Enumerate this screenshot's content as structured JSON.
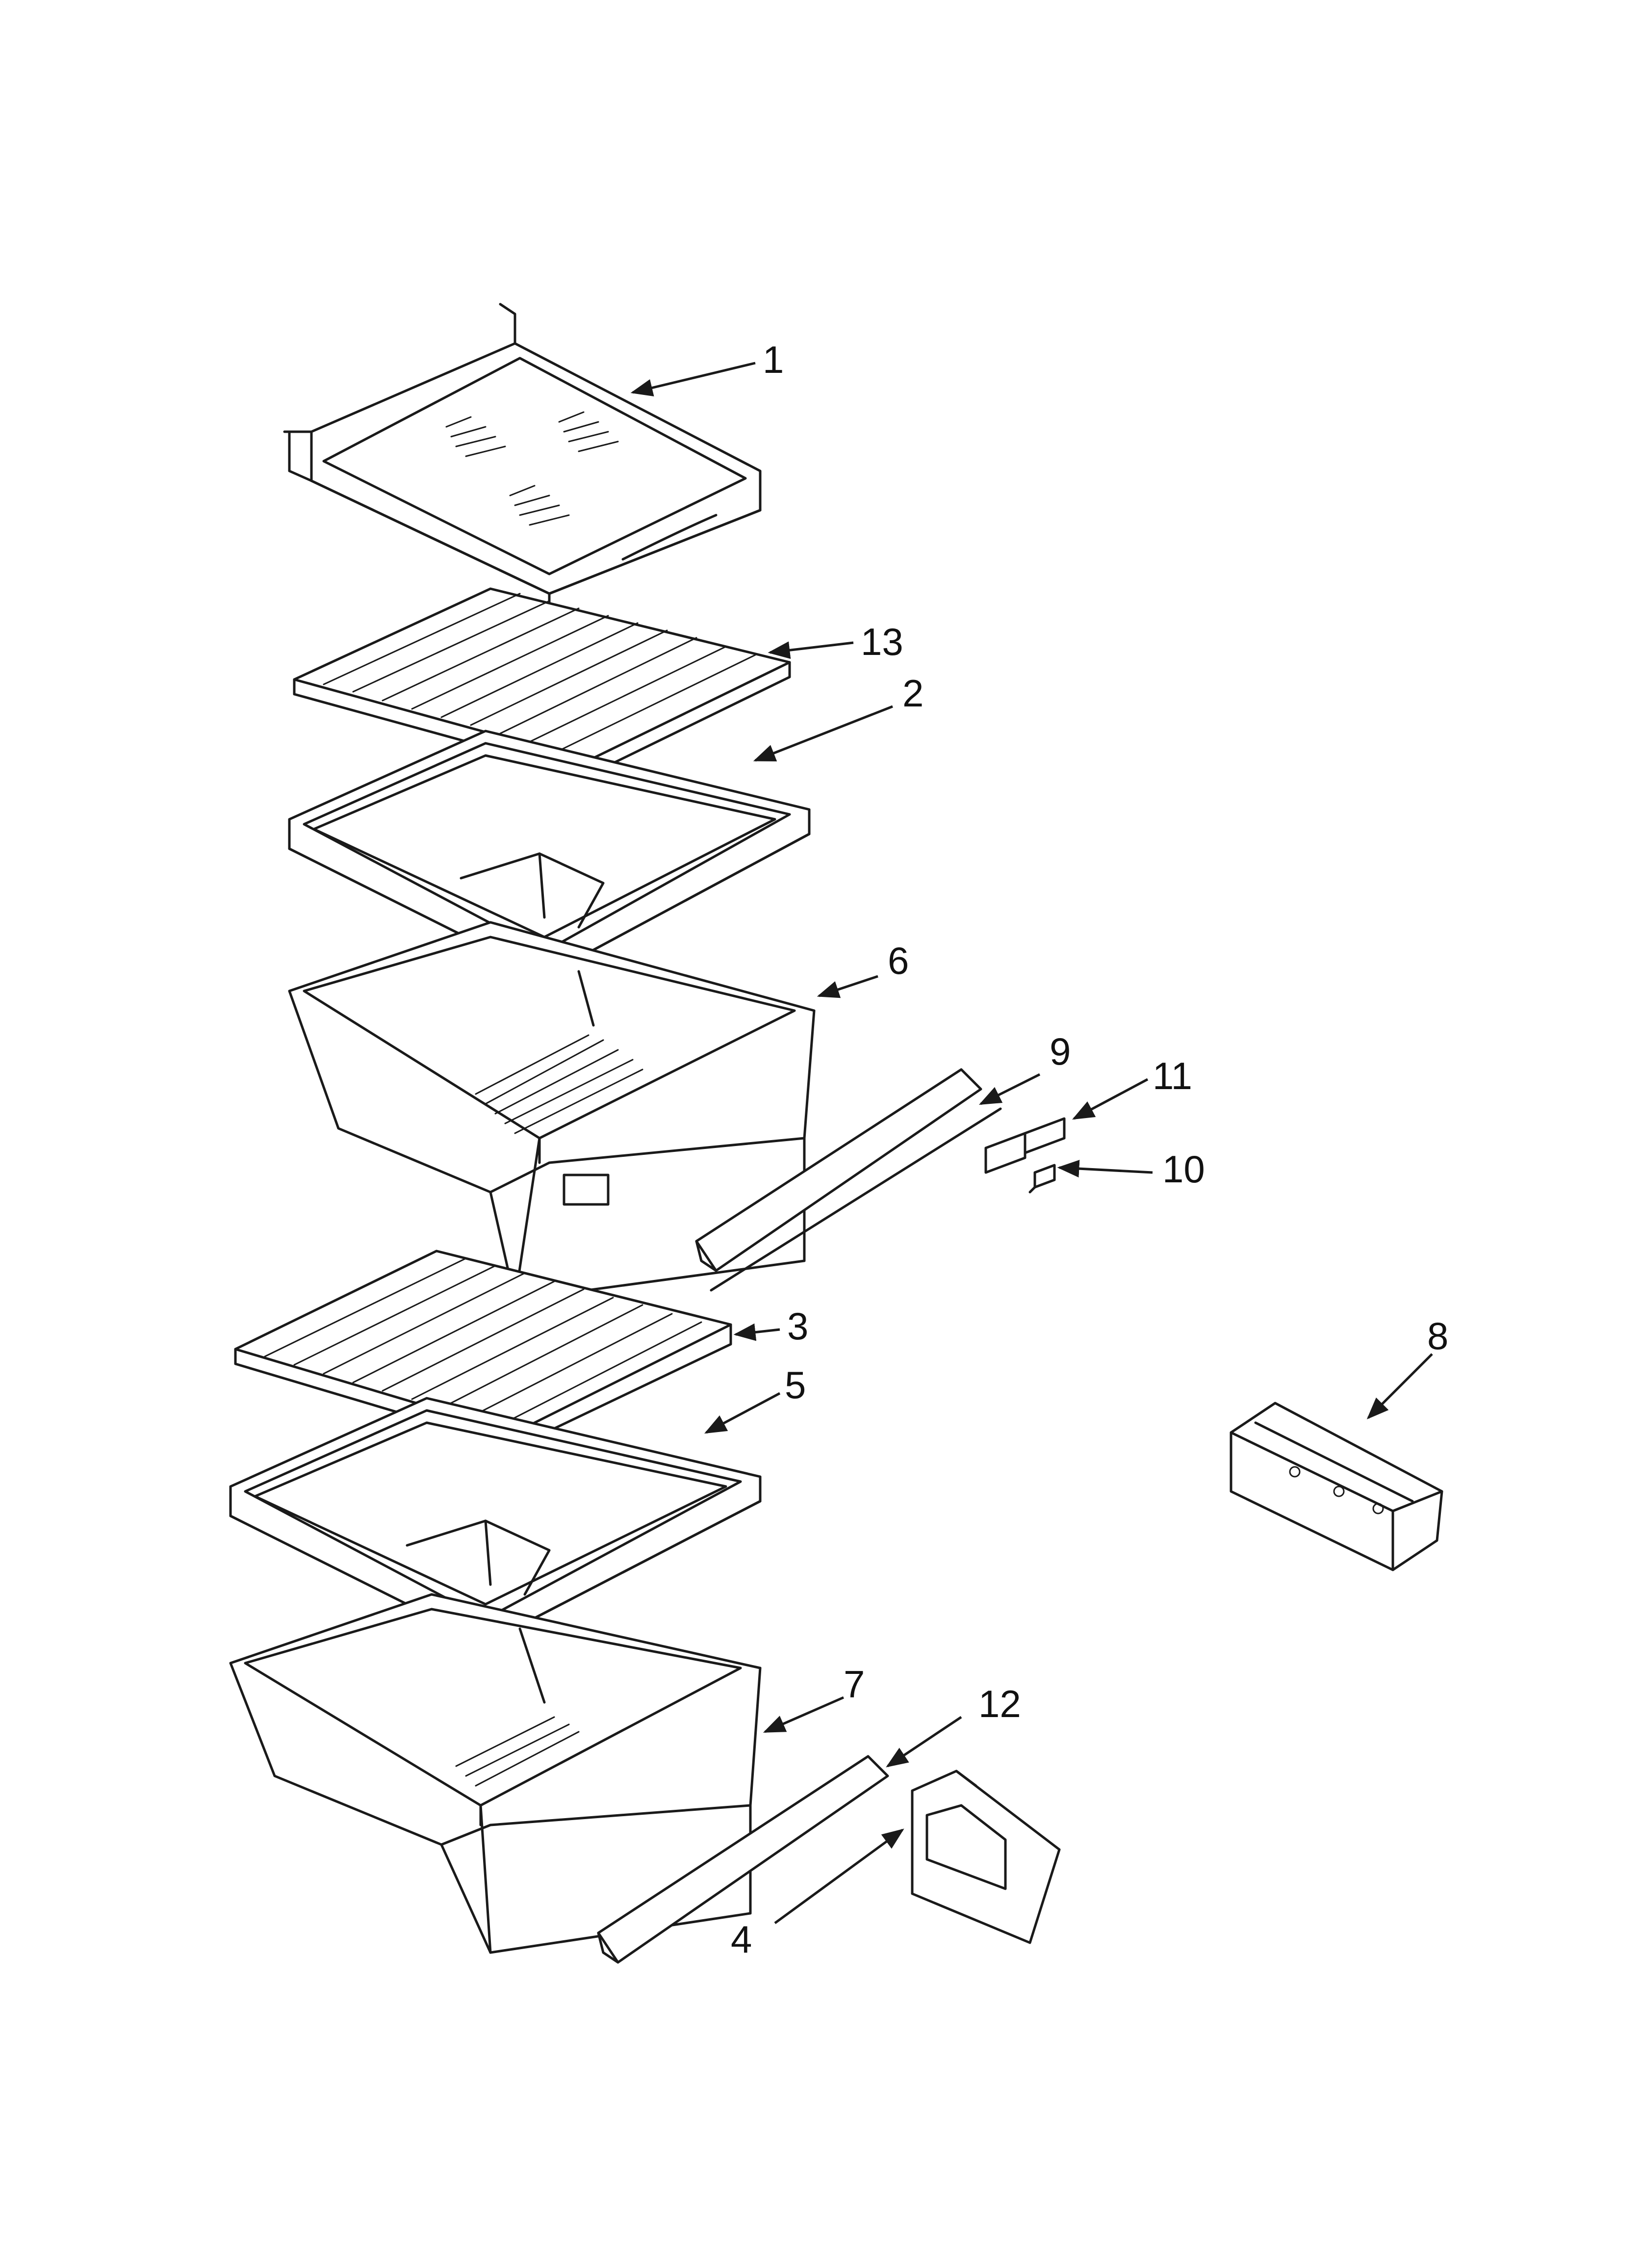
{
  "callouts": [
    {
      "id": "c1",
      "label": "1"
    },
    {
      "id": "c13",
      "label": "13"
    },
    {
      "id": "c2",
      "label": "2"
    },
    {
      "id": "c6",
      "label": "6"
    },
    {
      "id": "c9",
      "label": "9"
    },
    {
      "id": "c11",
      "label": "11"
    },
    {
      "id": "c10",
      "label": "10"
    },
    {
      "id": "c3",
      "label": "3"
    },
    {
      "id": "c5",
      "label": "5"
    },
    {
      "id": "c8",
      "label": "8"
    },
    {
      "id": "c7",
      "label": "7"
    },
    {
      "id": "c12",
      "label": "12"
    },
    {
      "id": "c4",
      "label": "4"
    }
  ]
}
